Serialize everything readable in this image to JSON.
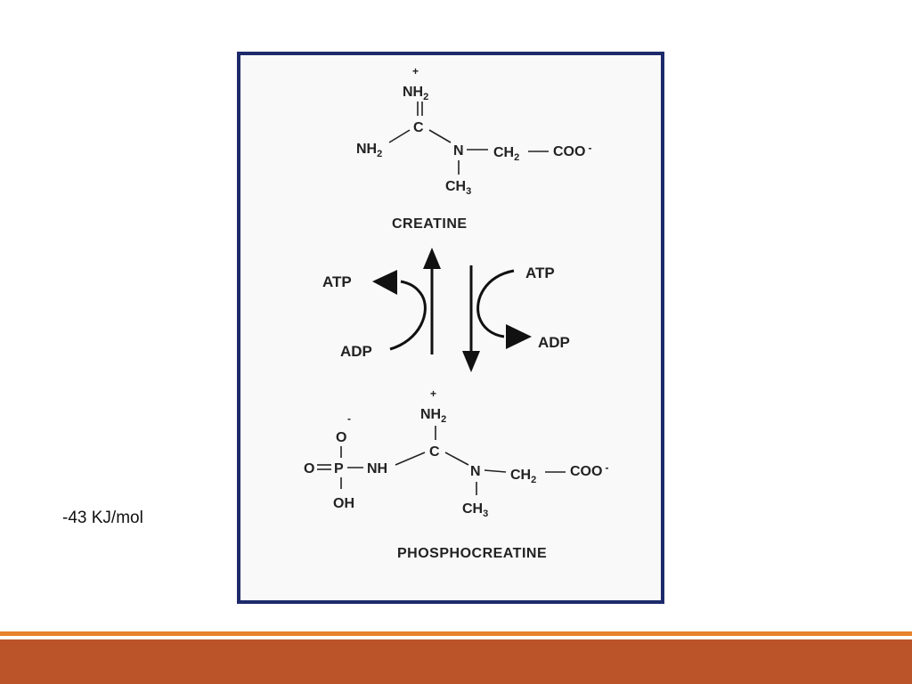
{
  "slide": {
    "energy_text": "-43 KJ/mol",
    "colors": {
      "frame": "#1d2a6b",
      "footer_thin": "#e8822c",
      "footer_bar": "#bb5429",
      "diagram_bg": "#f9f9f9"
    }
  },
  "diagram": {
    "creatine": {
      "title": "CREATINE",
      "atoms": {
        "plus": "+",
        "nh_top": "NH",
        "nh_top_sub": "2",
        "c": "C",
        "nh_left": "NH",
        "nh_left_sub": "2",
        "n": "N",
        "ch2": "CH",
        "ch2_sub": "2",
        "coo": "COO",
        "coo_charge": "-",
        "ch3": "CH",
        "ch3_sub": "3"
      }
    },
    "reaction": {
      "left_product": "ATP",
      "left_reactant": "ADP",
      "right_reactant": "ATP",
      "right_product": "ADP"
    },
    "phosphocreatine": {
      "title": "PHOSPHOCREATINE",
      "atoms": {
        "plus": "+",
        "nh_top": "NH",
        "nh_top_sub": "2",
        "c": "C",
        "o_minus": "O",
        "o_minus_charge": "-",
        "o_double": "O",
        "p": "P",
        "oh": "OH",
        "nh": "NH",
        "n": "N",
        "ch2": "CH",
        "ch2_sub": "2",
        "coo": "COO",
        "coo_charge": "-",
        "ch3": "CH",
        "ch3_sub": "3"
      }
    }
  }
}
